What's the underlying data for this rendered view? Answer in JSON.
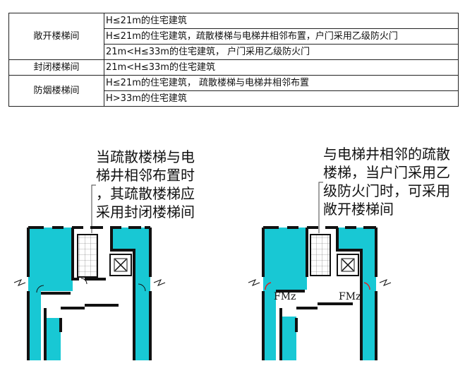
{
  "table": {
    "rows": [
      {
        "category": "敞开楼梯间",
        "items": [
          "H≤21m的住宅建筑",
          "H≤21m的住宅建筑，疏散楼梯与电梯井相邻布置，户门采用乙级防火门",
          "21m<H≤33m的住宅建筑， 户门采用乙级防火门"
        ]
      },
      {
        "category": "封闭楼梯间",
        "items": [
          "21m<H≤33m的住宅建筑"
        ]
      },
      {
        "category": "防烟楼梯间",
        "items": [
          "H≤21m的住宅建筑， 疏散楼梯与电梯井相邻布置",
          "H>33m的住宅建筑"
        ]
      }
    ]
  },
  "diagrams": {
    "left": {
      "note_lines": [
        "当疏散楼梯与电",
        "梯井相邻布置时",
        "，其疏散楼梯应",
        "采用封闭楼梯间"
      ]
    },
    "right": {
      "note_lines": [
        "与电梯井相邻的疏散",
        "楼梯，当户门采用乙",
        "级防火门时，可采用",
        "敞开楼梯间"
      ],
      "door_label_left": "FMz",
      "door_label_right": "FMz"
    }
  },
  "colors": {
    "room_fill": "#18c8d4",
    "wall": "#111111",
    "door_red": "#e02020"
  }
}
